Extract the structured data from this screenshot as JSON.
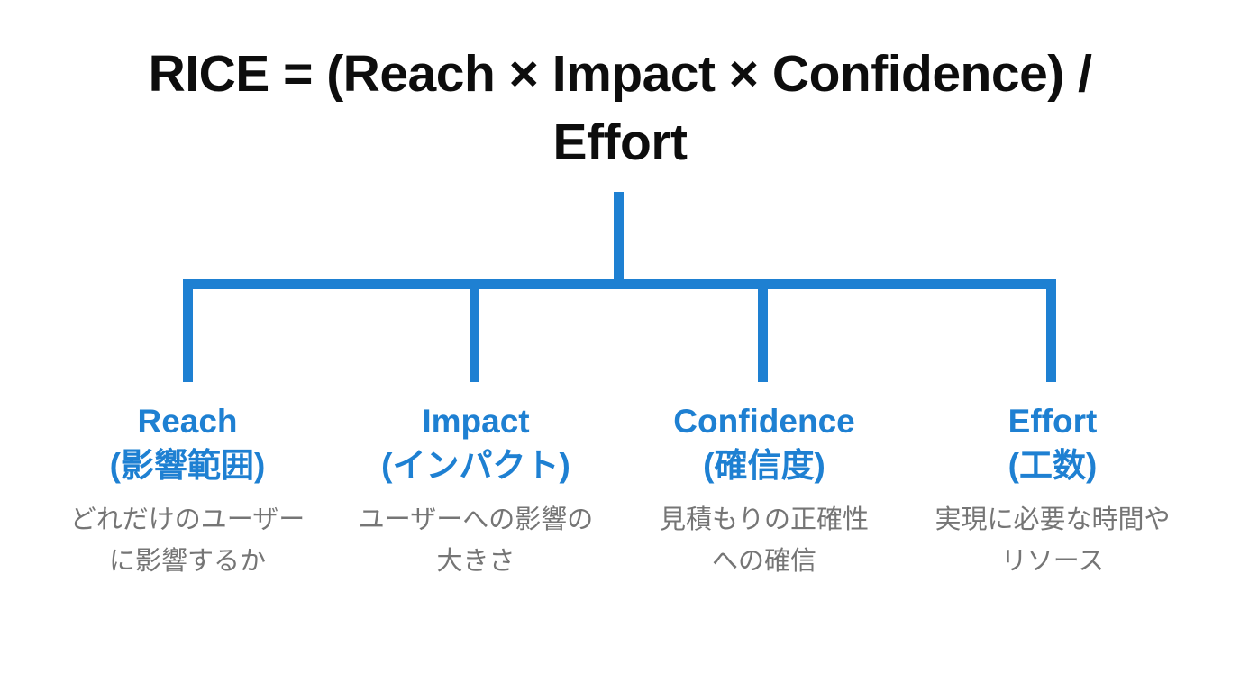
{
  "colors": {
    "accent": "#1e80d2",
    "ink": "#0d0d0d",
    "muted": "#757575",
    "background": "#ffffff"
  },
  "title": {
    "line1": "RICE = (Reach × Impact × Confidence) /",
    "line2": "Effort"
  },
  "branches": [
    {
      "name_en": "Reach",
      "name_jp": "(影響範囲)",
      "desc_line1": "どれだけのユーザー",
      "desc_line2": "に影響するか"
    },
    {
      "name_en": "Impact",
      "name_jp": "(インパクト)",
      "desc_line1": "ユーザーへの影響の",
      "desc_line2": "大きさ"
    },
    {
      "name_en": "Confidence",
      "name_jp": "(確信度)",
      "desc_line1": "見積もりの正確性",
      "desc_line2": "への確信"
    },
    {
      "name_en": "Effort",
      "name_jp": "(工数)",
      "desc_line1": "実現に必要な時間や",
      "desc_line2": "リソース"
    }
  ]
}
